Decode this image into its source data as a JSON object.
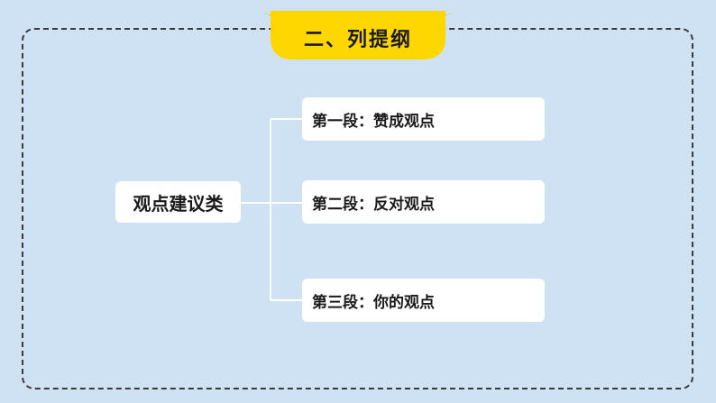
{
  "title": "二、列提纲",
  "root": "观点建议类",
  "branches": [
    {
      "label": "第一段：赞成观点"
    },
    {
      "label": "第二段：反对观点"
    },
    {
      "label": "第三段：你的观点"
    }
  ],
  "colors": {
    "background": "#cfe2f3",
    "title_fill": "#ffd700",
    "title_ear": "#f2b600",
    "box_fill": "#ffffff",
    "frame_border": "#3a3a3a",
    "connector": "#ffffff"
  }
}
